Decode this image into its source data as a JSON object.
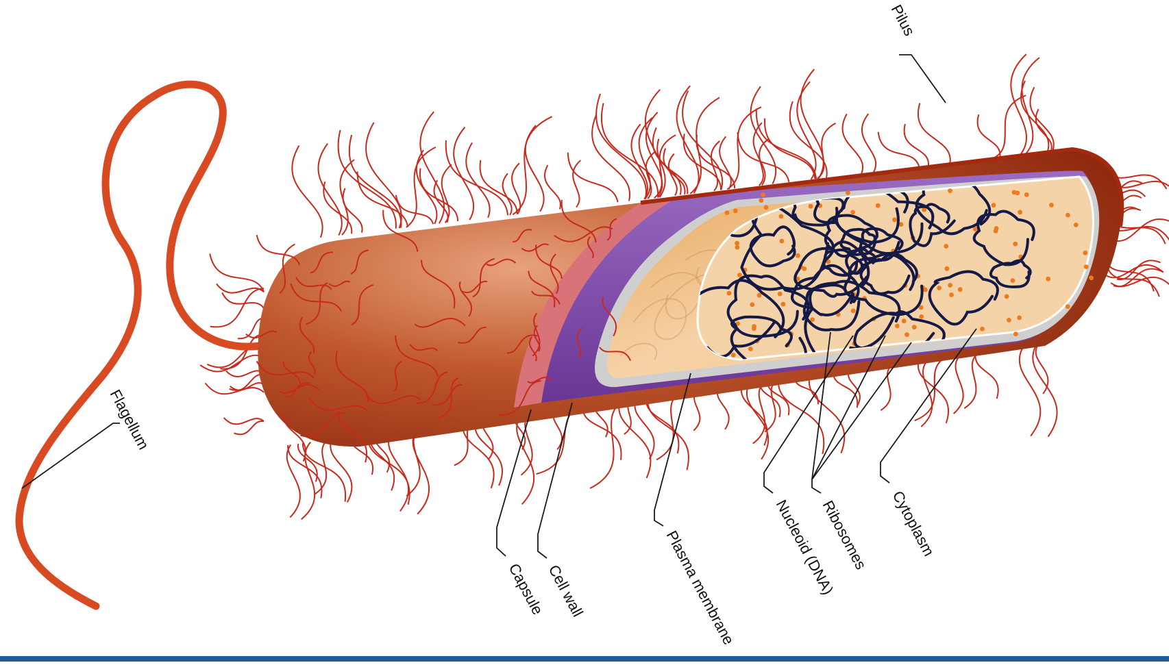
{
  "diagram": {
    "labels": {
      "pilus": "Pilus",
      "flagellum": "Flagellum",
      "capsule": "Capsule",
      "cell_wall": "Cell wall",
      "plasma_membrane": "Plasma membrane",
      "nucleoid": "Nucleoid (DNA)",
      "ribosomes": "Ribosomes",
      "cytoplasm": "Cytoplasm"
    },
    "colors": {
      "capsule": "#b83418",
      "capsule_cut": "#d9737a",
      "cell_wall": "#7b45a4",
      "plasma_membrane": "#c9c9c9",
      "cytoplasm": "#f0c38e",
      "nucleoid_dna": "#141a45",
      "ribosome": "#ee7a1e",
      "pili": "#c72a1c",
      "flagellum": "#d84a22",
      "footer_bar": "#1f5aa0"
    },
    "icons": [
      "bacterium-cell-illustration"
    ]
  }
}
